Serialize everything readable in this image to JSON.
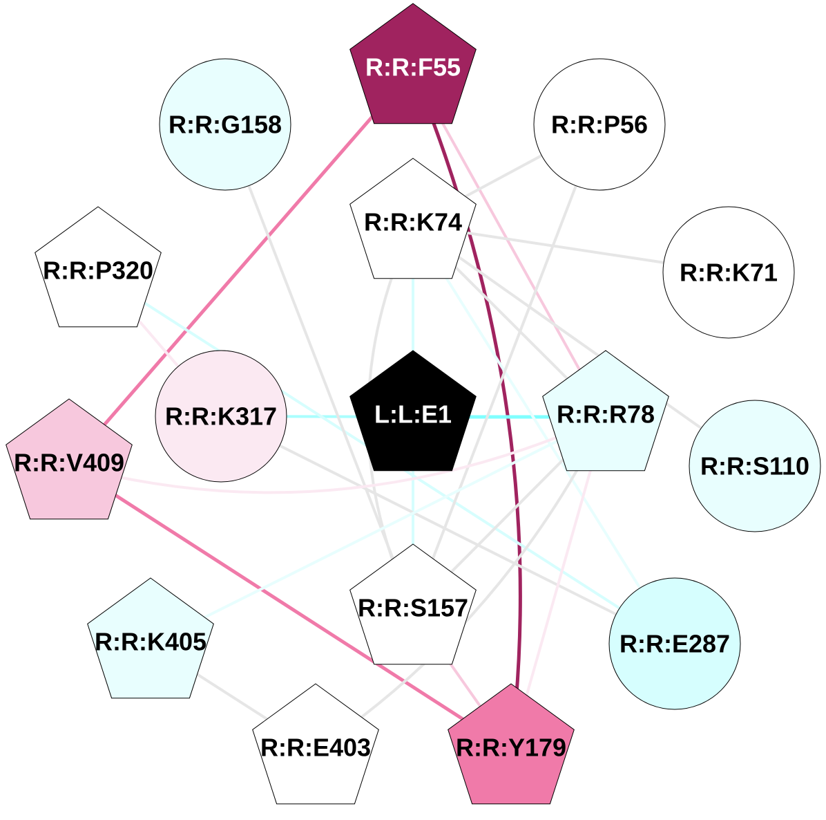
{
  "nodes": [
    {
      "id": "F55",
      "label": "R:R:F55",
      "shape": "pentagon",
      "fill": "#a0235f",
      "text": "#ffffff"
    },
    {
      "id": "G158",
      "label": "R:R:G158",
      "shape": "circle",
      "fill": "#e8fefe",
      "text": "#000000"
    },
    {
      "id": "P56",
      "label": "R:R:P56",
      "shape": "circle",
      "fill": "#ffffff",
      "text": "#000000"
    },
    {
      "id": "K74",
      "label": "R:R:K74",
      "shape": "pentagon",
      "fill": "#ffffff",
      "text": "#000000"
    },
    {
      "id": "P320",
      "label": "R:R:P320",
      "shape": "pentagon",
      "fill": "#ffffff",
      "text": "#000000"
    },
    {
      "id": "K71",
      "label": "R:R:K71",
      "shape": "circle",
      "fill": "#ffffff",
      "text": "#000000"
    },
    {
      "id": "K317",
      "label": "R:R:K317",
      "shape": "circle",
      "fill": "#fbe9f2",
      "text": "#000000"
    },
    {
      "id": "E1",
      "label": "L:L:E1",
      "shape": "pentagon",
      "fill": "#000000",
      "text": "#ffffff"
    },
    {
      "id": "R78",
      "label": "R:R:R78",
      "shape": "pentagon",
      "fill": "#e8fefe",
      "text": "#000000"
    },
    {
      "id": "V409",
      "label": "R:R:V409",
      "shape": "pentagon",
      "fill": "#f7c8dd",
      "text": "#000000"
    },
    {
      "id": "S110",
      "label": "R:R:S110",
      "shape": "circle",
      "fill": "#e8fefe",
      "text": "#000000"
    },
    {
      "id": "S157",
      "label": "R:R:S157",
      "shape": "pentagon",
      "fill": "#ffffff",
      "text": "#000000"
    },
    {
      "id": "K405",
      "label": "R:R:K405",
      "shape": "pentagon",
      "fill": "#e8fefe",
      "text": "#000000"
    },
    {
      "id": "E287",
      "label": "R:R:E287",
      "shape": "circle",
      "fill": "#d6fefe",
      "text": "#000000"
    },
    {
      "id": "E403",
      "label": "R:R:E403",
      "shape": "pentagon",
      "fill": "#ffffff",
      "text": "#000000"
    },
    {
      "id": "Y179",
      "label": "R:R:Y179",
      "shape": "pentagon",
      "fill": "#f07aa9",
      "text": "#000000"
    }
  ],
  "edges": [
    {
      "from": "F55",
      "to": "V409",
      "color": "#f07aa9",
      "weight": "strong"
    },
    {
      "from": "V409",
      "to": "Y179",
      "color": "#f07aa9",
      "weight": "strong"
    },
    {
      "from": "F55",
      "to": "Y179",
      "color": "#a0235f",
      "weight": "strong",
      "curve": "right"
    },
    {
      "from": "F55",
      "to": "R78",
      "color": "#f7c8dd",
      "weight": "normal"
    },
    {
      "from": "K74",
      "to": "E1",
      "color": "#d6fefe",
      "weight": "normal"
    },
    {
      "from": "K317",
      "to": "E1",
      "color": "#aafefe",
      "weight": "normal"
    },
    {
      "from": "E1",
      "to": "R78",
      "color": "#80ffff",
      "weight": "strong"
    },
    {
      "from": "E1",
      "to": "S157",
      "color": "#d6fefe",
      "weight": "normal"
    },
    {
      "from": "P320",
      "to": "E287",
      "color": "#d6fefe",
      "weight": "normal"
    },
    {
      "from": "K74",
      "to": "E287",
      "color": "#e8fefe",
      "weight": "normal"
    },
    {
      "from": "K74",
      "to": "K71",
      "color": "#e6e6e6",
      "weight": "normal"
    },
    {
      "from": "K74",
      "to": "S110",
      "color": "#e6e6e6",
      "weight": "normal"
    },
    {
      "from": "K74",
      "to": "R78",
      "color": "#e6e6e6",
      "weight": "normal"
    },
    {
      "from": "K74",
      "to": "P56",
      "color": "#e6e6e6",
      "weight": "normal"
    },
    {
      "from": "K74",
      "to": "S157",
      "color": "#e6e6e6",
      "weight": "normal",
      "curve": "left"
    },
    {
      "from": "G158",
      "to": "S157",
      "color": "#e6e6e6",
      "weight": "normal"
    },
    {
      "from": "P56",
      "to": "S157",
      "color": "#e6e6e6",
      "weight": "normal"
    },
    {
      "from": "K317",
      "to": "E287",
      "color": "#e6e6e6",
      "weight": "normal"
    },
    {
      "from": "R78",
      "to": "S157",
      "color": "#e6e6e6",
      "weight": "normal"
    },
    {
      "from": "R78",
      "to": "E403",
      "color": "#e6e6e6",
      "weight": "normal",
      "curve": "right"
    },
    {
      "from": "R78",
      "to": "K405",
      "color": "#e8fefe",
      "weight": "normal"
    },
    {
      "from": "R78",
      "to": "V409",
      "color": "#fbe9f2",
      "weight": "normal",
      "curve": "down"
    },
    {
      "from": "K405",
      "to": "E403",
      "color": "#e6e6e6",
      "weight": "normal"
    },
    {
      "from": "S157",
      "to": "Y179",
      "color": "#f7c8dd",
      "weight": "normal"
    },
    {
      "from": "Y179",
      "to": "R78",
      "color": "#fbe9f2",
      "weight": "normal"
    },
    {
      "from": "P320",
      "to": "K317",
      "color": "#fbe9f2",
      "weight": "normal"
    }
  ]
}
